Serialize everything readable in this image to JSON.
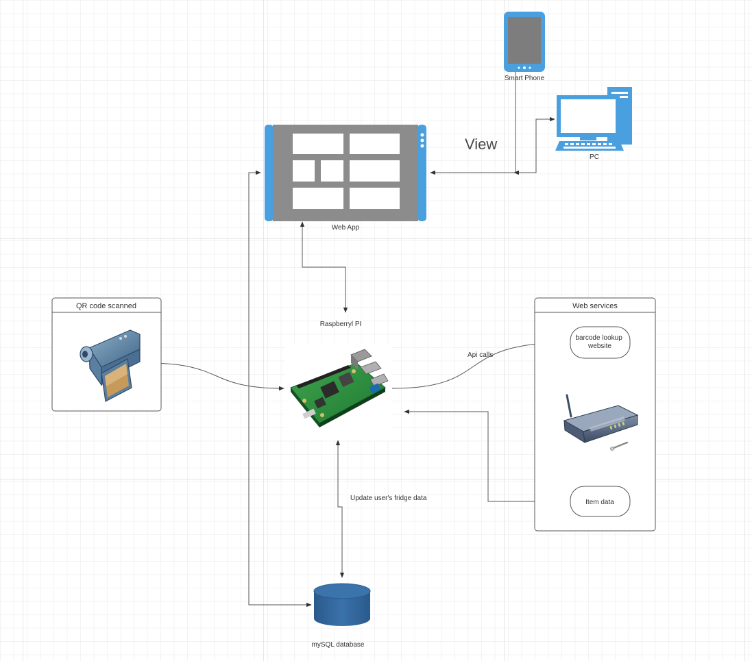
{
  "nodes": {
    "smartphone": {
      "label": "Smart Phone",
      "icon": "smartphone-icon"
    },
    "pc": {
      "label": "PC",
      "icon": "desktop-computer-icon"
    },
    "webapp": {
      "label": "Web App",
      "icon": "tablet-webapp-icon"
    },
    "raspberry": {
      "label": "Raspberryl PI",
      "icon": "raspberry-pi-board-icon"
    },
    "mysql": {
      "label": "mySQL database",
      "icon": "database-cylinder-icon"
    },
    "qr_group": {
      "title": "QR code scanned",
      "icon": "video-camera-icon"
    },
    "web_services": {
      "title": "Web services",
      "barcode": "barcode lookup website",
      "router": "wireless-router-icon",
      "item_data": "Item data"
    }
  },
  "edge_labels": {
    "view": "View",
    "api_calls": "Api calls",
    "update": "Update user's fridge data"
  },
  "colors": {
    "accent_blue": "#4a9fdf",
    "device_gray": "#8c8c8c",
    "db_blue": "#2e6196",
    "line": "#555555"
  }
}
